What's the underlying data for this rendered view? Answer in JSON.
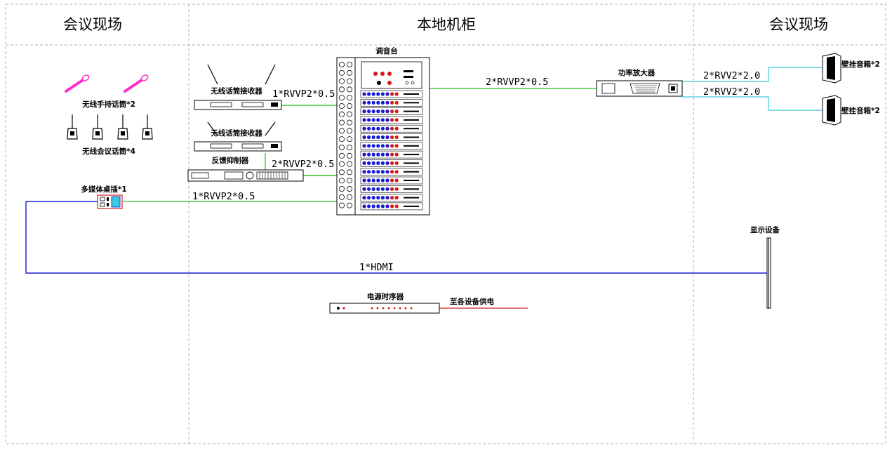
{
  "zones": {
    "left_title": "会议现场",
    "center_title": "本地机柜",
    "right_title": "会议现场"
  },
  "devices": {
    "handheld_mic": "无线手持话筒*2",
    "conference_mic": "无线会议话筒*4",
    "multimedia_box": "多媒体桌插*1",
    "receiver_1": "无线话筒接收器",
    "receiver_2": "无线话筒接收器",
    "feedback": "反馈抑制器",
    "mixer": "调音台",
    "amplifier": "功率放大器",
    "speaker_1": "壁挂音箱*2",
    "speaker_2": "壁挂音箱*2",
    "display": "显示设备",
    "sequencer": "电源时序器",
    "power_note": "至各设备供电"
  },
  "cables": {
    "receiver1_to_mixer": "1*RVVP2*0.5",
    "feedback_to_mixer": "2*RVVP2*0.5",
    "box_to_mixer": "1*RVVP2*0.5",
    "mixer_to_amp": "2*RVVP2*0.5",
    "amp_to_speaker1": "2*RVV2*2.0",
    "amp_to_speaker2": "2*RVV2*2.0",
    "hdmi": "1*HDMI"
  },
  "colors": {
    "audio_cable": "#22c222",
    "speaker_cable": "#3cc8dc",
    "hdmi_cable": "#1a1ad2",
    "power_cable": "#d21a1a",
    "mic_pink": "#ff2ccb",
    "knob_blue": "#1a1ad2",
    "knob_red": "#d21a1a"
  }
}
